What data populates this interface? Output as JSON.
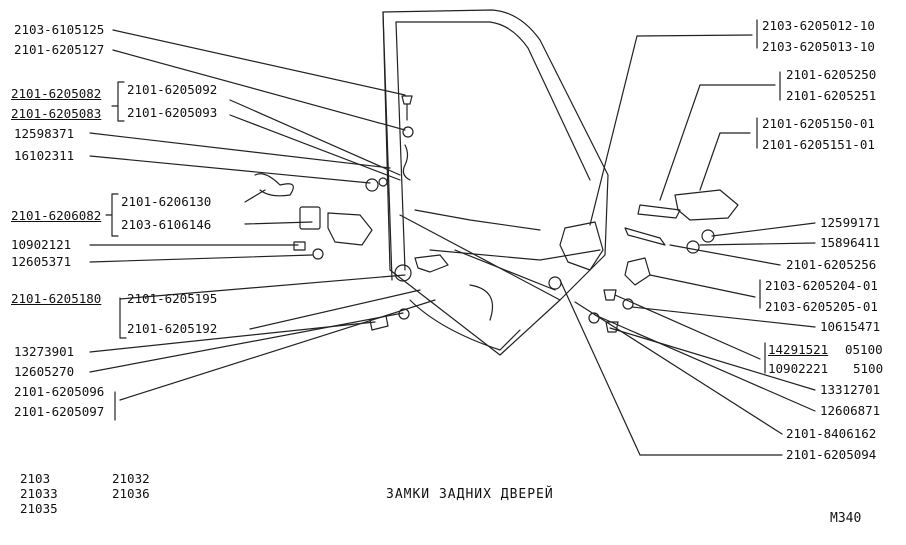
{
  "left_labels": [
    "2103-6105125",
    "2101-6205127",
    "2101-6205082",
    "2101-6205083",
    "12598371",
    "16102311",
    "2101-6206082",
    "10902121",
    "12605371",
    "2101-6205180",
    "13273901",
    "12605270",
    "2101-6205096",
    "2101-6205097"
  ],
  "inner_labels": [
    "2101-6205092",
    "2101-6205093",
    "2101-6206130",
    "2103-6106146",
    "2101-6205195",
    "2101-6205192"
  ],
  "right_labels": [
    "2103-6205012-10",
    "2103-6205013-10",
    "2101-6205250",
    "2101-6205251",
    "2101-6205150-01",
    "2101-6205151-01",
    "12599171",
    "15896411",
    "2101-6205256",
    "2103-6205204-01",
    "2103-6205205-01",
    "10615471",
    "14291521",
    "05100",
    "10902221",
    "5100",
    "13312701",
    "12606871",
    "2101-8406162",
    "2101-6205094"
  ],
  "models": [
    "2103",
    "21033",
    "21035",
    "21032",
    "21036"
  ],
  "title": "ЗАМКИ ЗАДНИХ ДВЕРЕЙ",
  "page_code": "M340"
}
